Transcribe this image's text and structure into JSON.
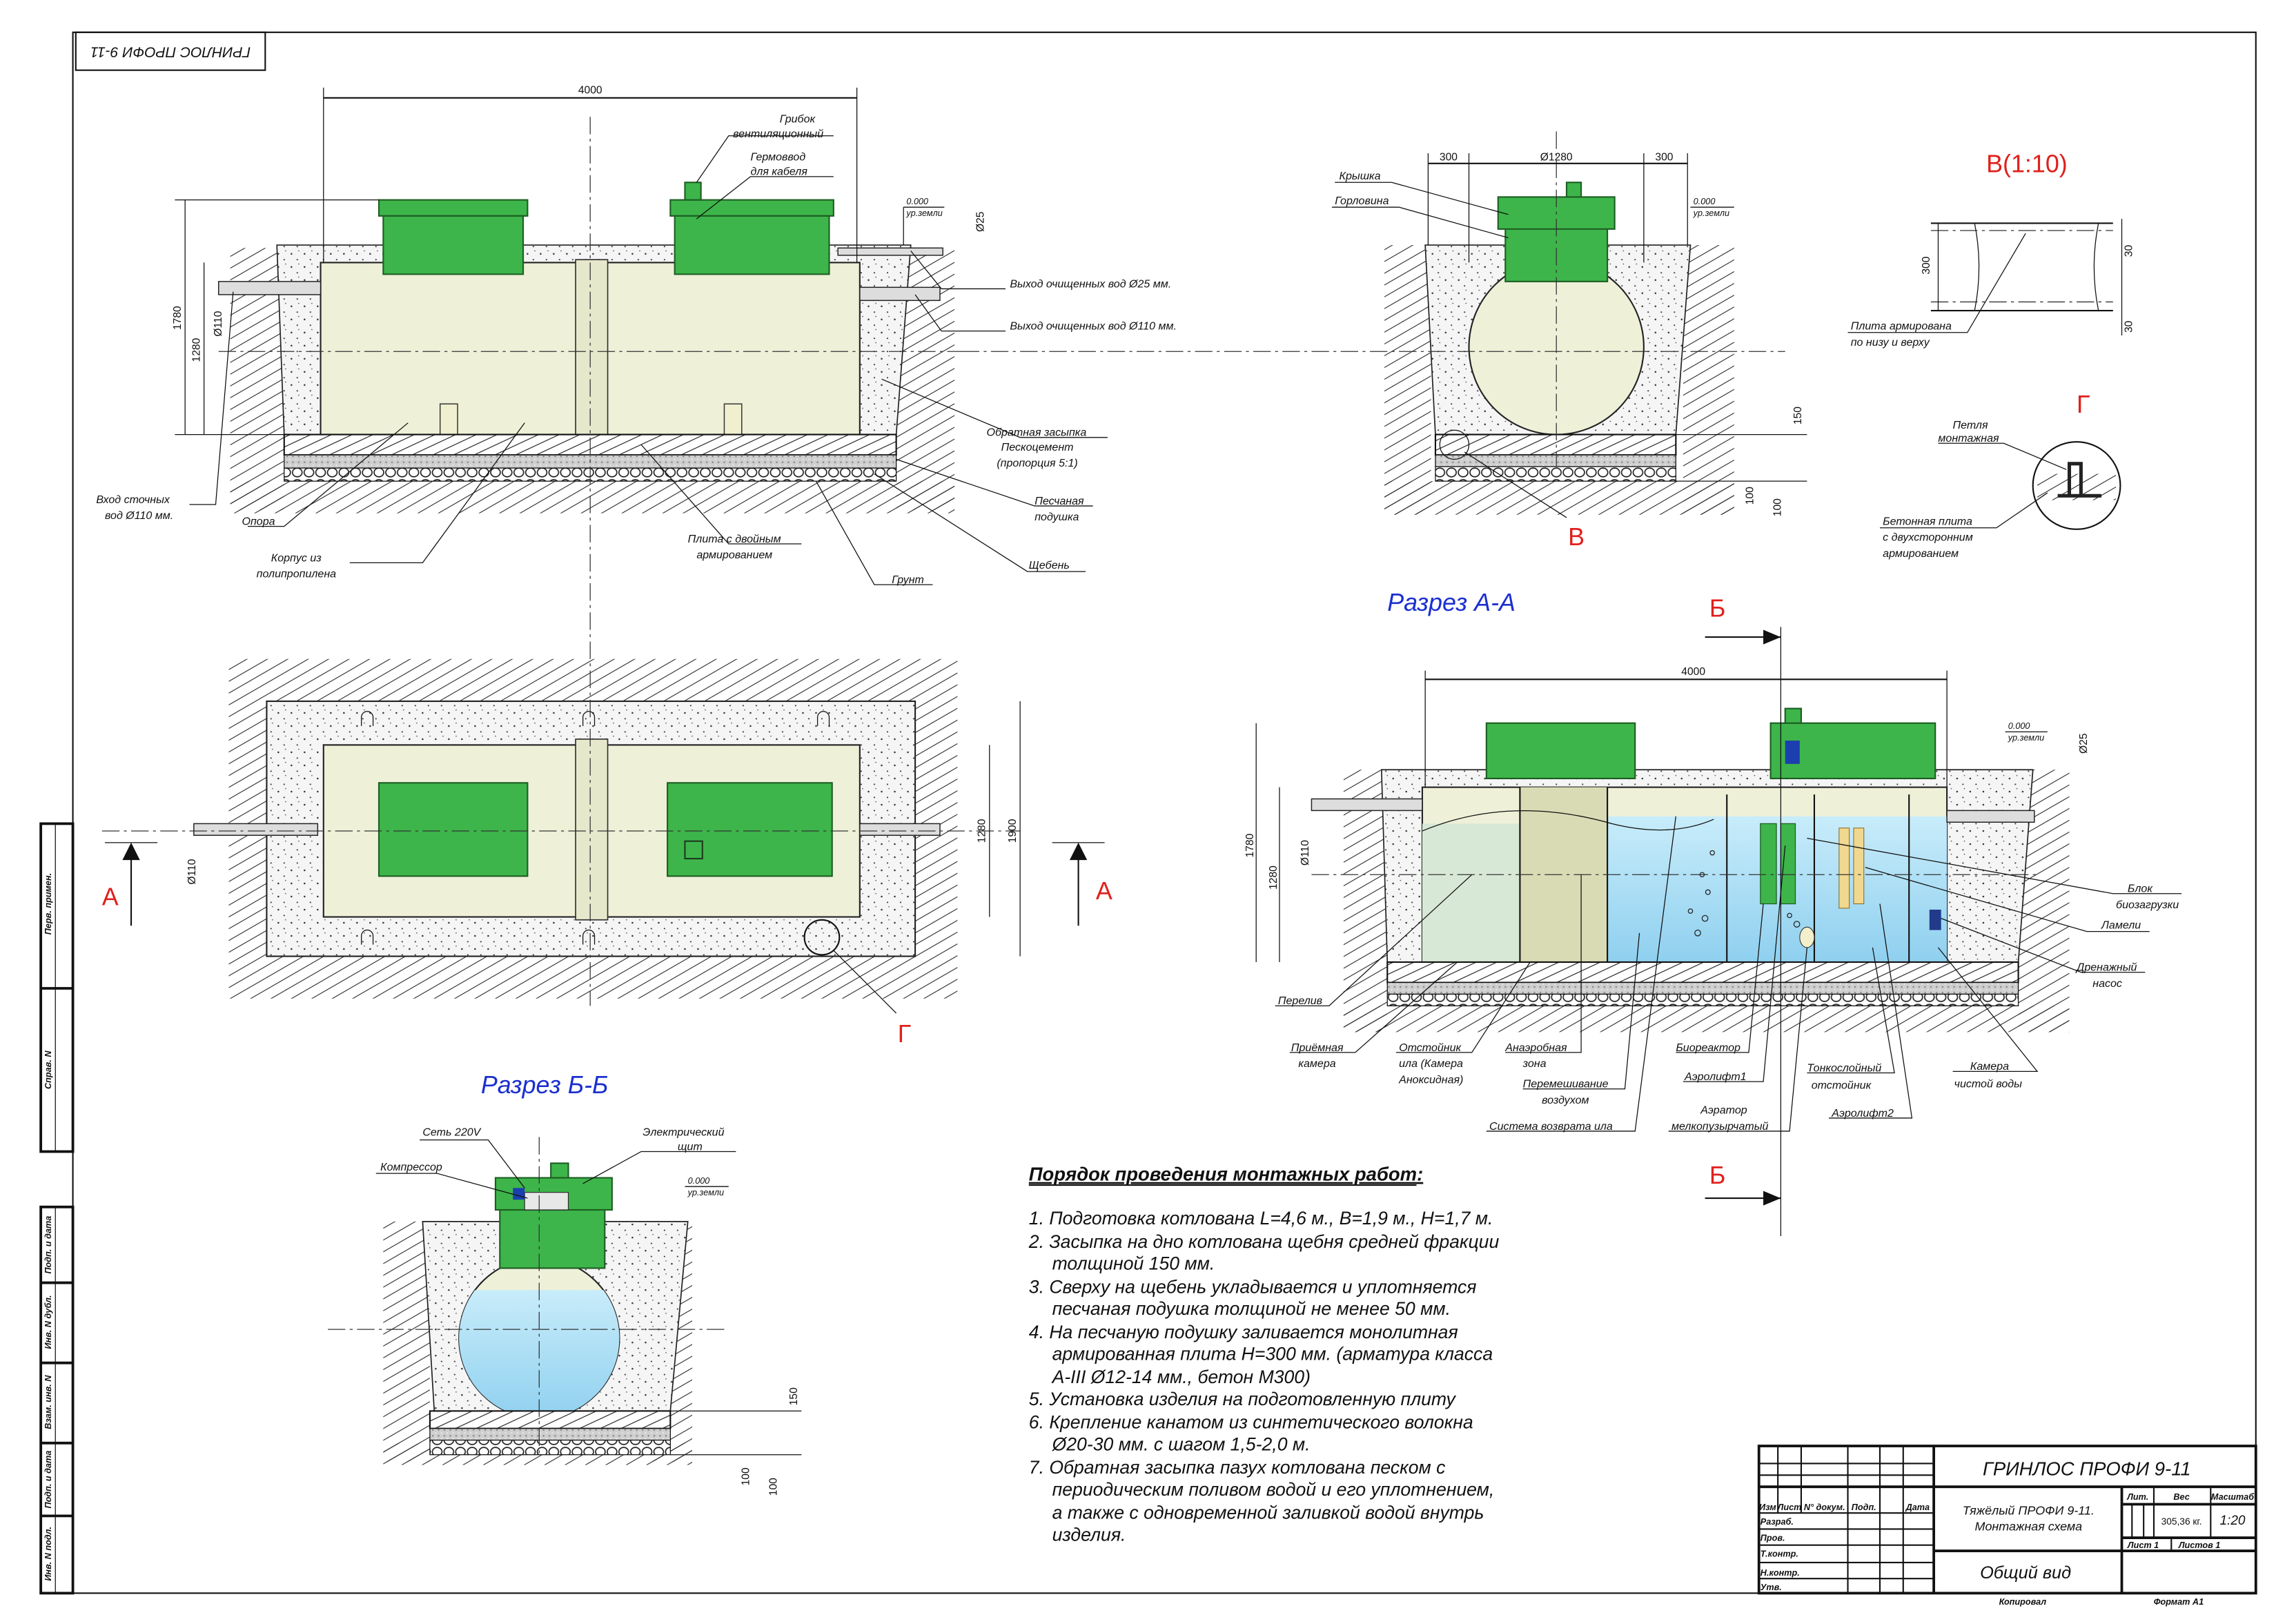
{
  "sheet_stamp": "ГРИНЛОС ПРОФИ 9-11",
  "side_strip": [
    "Перв. примен.",
    "Справ. N",
    "Подп. и дата",
    "Инв. N дубл.",
    "Взам. инв. N",
    "Подп. и дата",
    "Инв. N подл."
  ],
  "view_side": {
    "dim_length": "4000",
    "dim_height": "1780",
    "dim_body": "1280",
    "dim_inlet": "Ø110",
    "dim_outlet": "Ø25",
    "ground_level": "0.000",
    "ground_label": "ур.земли",
    "labels": {
      "vent_1": "Грибок",
      "vent_2": "вентиляционный",
      "cable_1": "Гермоввод",
      "cable_2": "для кабеля",
      "out25": "Выход очищенных вод Ø25 мм.",
      "out110": "Выход очищенных вод Ø110 мм.",
      "backfill_1": "Обратная засыпка",
      "backfill_2": "Пескоцемент",
      "backfill_3": "(пропорция 5:1)",
      "sand_1": "Песчаная",
      "sand_2": "подушка",
      "gravel": "Щебень",
      "soil": "Грунт",
      "slab_1": "Плита с двойным",
      "slab_2": "армированием",
      "body_1": "Корпус из",
      "body_2": "полипропилена",
      "support": "Опора",
      "inlet_1": "Вход сточных",
      "inlet_2": "вод Ø110 мм."
    }
  },
  "section_aa": {
    "title": "Разрез А-А",
    "dim_left": "300",
    "dim_diam": "Ø1280",
    "dim_right": "300",
    "lid": "Крышка",
    "neck": "Горловина",
    "ground_level": "0.000",
    "ground_label": "ур.земли",
    "dim_150": "150",
    "dim_100a": "100",
    "dim_100b": "100",
    "detail_mark": "В"
  },
  "detail_v": {
    "title": "В(1:10)",
    "dim_300": "300",
    "dim_30a": "30",
    "dim_30b": "30",
    "label_1": "Плита армирована",
    "label_2": "по низу и верху"
  },
  "detail_g": {
    "title": "Г",
    "loop_1": "Петля",
    "loop_2": "монтажная",
    "slab_1": "Бетонная плита",
    "slab_2": "с двухсторонним",
    "slab_3": "армированием"
  },
  "plan": {
    "section_mark_left": "А",
    "section_mark_right": "А",
    "dim_inlet": "Ø110",
    "dim_body": "1280",
    "dim_pit": "1900",
    "detail_mark": "Г"
  },
  "section_bb": {
    "title": "Разрез Б-Б",
    "power": "Сеть 220V",
    "compressor": "Компрессор",
    "panel_1": "Электрический",
    "panel_2": "щит",
    "ground_level": "0.000",
    "ground_label": "ур.земли",
    "dim_150": "150",
    "dim_100a": "100",
    "dim_100b": "100"
  },
  "process": {
    "mark_top": "Б",
    "mark_bottom": "Б",
    "dim_length": "4000",
    "dim_height": "1780",
    "dim_body": "1280",
    "dim_inlet": "Ø110",
    "dim_outlet": "Ø25",
    "ground_level": "0.000",
    "ground_label": "ур.земли",
    "labels": {
      "bio_1": "Блок",
      "bio_2": "биозагрузки",
      "lamels": "Ламели",
      "pump_1": "Дренажный",
      "pump_2": "насос",
      "overflow": "Перелив",
      "recv_1": "Приёмная",
      "recv_2": "камера",
      "sludge_1": "Отстойник",
      "sludge_2": "ила (Камера",
      "sludge_3": "Аноксидная)",
      "anaer_1": "Анаэробная",
      "anaer_2": "зона",
      "mix_1": "Перемешивание",
      "mix_2": "воздухом",
      "return": "Система возврата ила",
      "bioreactor": "Биореактор",
      "airlift1": "Аэролифт1",
      "aerator_1": "Аэратор",
      "aerator_2": "мелкопузырчатый",
      "thin_1": "Тонкослойный",
      "thin_2": "отстойник",
      "airlift2": "Аэролифт2",
      "clean_1": "Камера",
      "clean_2": "чистой воды"
    }
  },
  "instructions": {
    "title": "Порядок проведения монтажных работ:",
    "lines": [
      "1. Подготовка котлована L=4,6 м., B=1,9 м., H=1,7 м.",
      "2. Засыпка на дно котлована щебня средней фракции",
      "толщиной 150 мм.",
      "3. Сверху на щебень укладывается и уплотняется",
      "песчаная подушка толщиной не менее 50 мм.",
      "4. На песчаную подушку заливается монолитная",
      "армированная плита H=300 мм. (арматура класса",
      "A-III Ø12-14 мм., бетон М300)",
      "5. Установка изделия на подготовленную плиту",
      "6. Крепление канатом из синтетического волокна",
      "Ø20-30 мм. с шагом 1,5-2,0 м.",
      "7. Обратная засыпка пазух котлована песком с",
      "периодическим поливом водой и его уплотнением,",
      "а также с одновременной заливкой водой внутрь",
      "изделия."
    ]
  },
  "title_block": {
    "product": "ГРИНЛОС ПРОФИ 9-11",
    "doc_1": "Тяжёлый ПРОФИ 9-11.",
    "doc_2": "Монтажная схема",
    "view": "Общий вид",
    "weight": "305,36 кг.",
    "scale": "1:20",
    "h_lit": "Лит.",
    "h_weight": "Вес",
    "h_scale": "Масштаб",
    "sheet": "Лист 1",
    "sheets": "Листов 1",
    "cols": [
      "Изм",
      "Лист",
      "N° докум.",
      "Подп.",
      "Дата"
    ],
    "roles": [
      "Разраб.",
      "Пров.",
      "Т.контр.",
      "Н.контр.",
      "Утв."
    ],
    "copied": "Копировал",
    "format": "Формат А1"
  },
  "colors": {
    "lid": "#3db54a",
    "tank": "#eef0d8",
    "water": "#a9dbf2",
    "mark_red": "#e0201c",
    "title_blue": "#1b2fd0"
  }
}
